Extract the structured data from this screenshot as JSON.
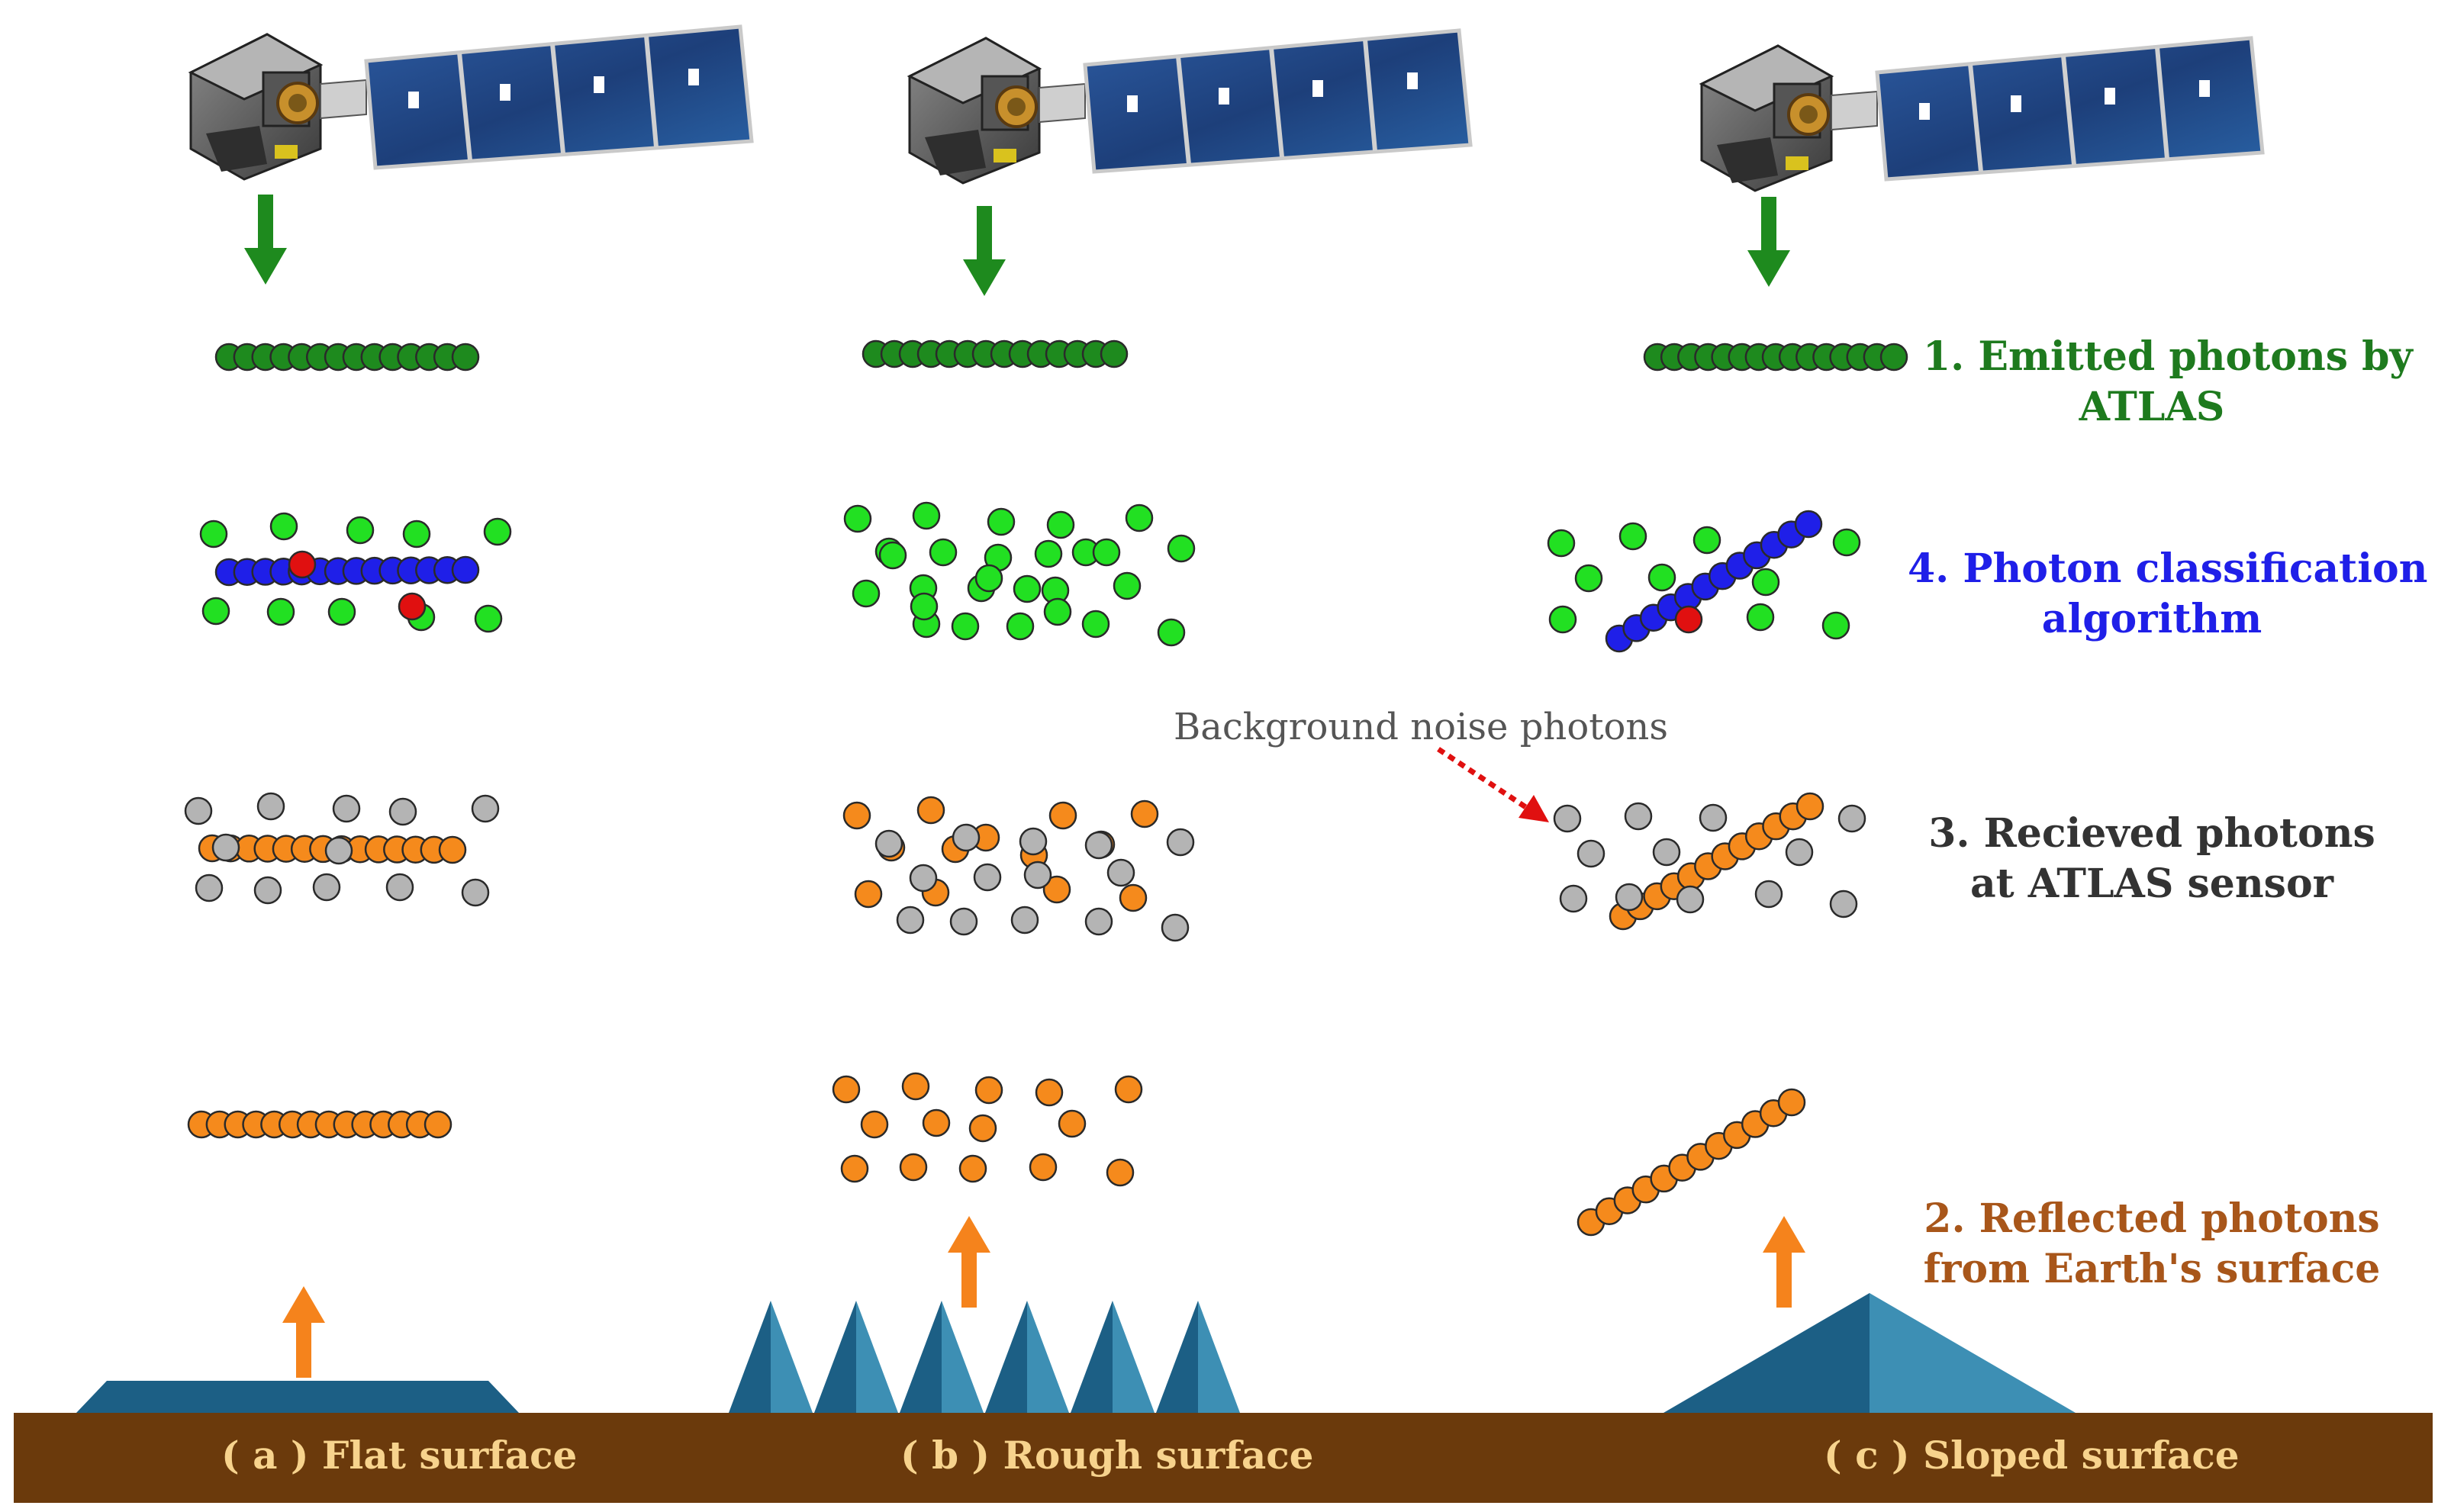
{
  "colors": {
    "emitted": "#1e8a1e",
    "signal_classified": "#1f1fe8",
    "noise_classified": "#22e022",
    "misclassified": "#e01010",
    "reflected": "#f58a1c",
    "background_noise": "#b4b4b4",
    "ground": "#6b3a0c",
    "terrain_light": "#3d8fb4",
    "terrain_dark": "#1c5f85",
    "arrow_down": "#1e8a1e",
    "arrow_up": "#f5831c",
    "noise_pointer": "#e01010"
  },
  "labels": {
    "emitted": {
      "line1": "1. Emitted photons by",
      "line2": "ATLAS",
      "color": "#1e7a1e"
    },
    "classification": {
      "line1": "4. Photon classification",
      "line2": "algorithm",
      "color": "#1f1fe8"
    },
    "received": {
      "line1": "3. Recieved photons",
      "line2": "at ATLAS sensor",
      "color": "#333333"
    },
    "reflected": {
      "line1": "2. Reflected photons",
      "line2": "from Earth's surface",
      "color": "#a8561a"
    },
    "noise": {
      "text": "Background noise photons",
      "color": "#555555"
    }
  },
  "panels": [
    {
      "id": "a",
      "label": "( a ) Flat surface",
      "surface": "flat"
    },
    {
      "id": "b",
      "label": "( b ) Rough surface",
      "surface": "rough"
    },
    {
      "id": "c",
      "label": "( c ) Sloped surface",
      "surface": "sloped"
    }
  ],
  "icons": [
    "satellite-icon",
    "down-arrow-icon",
    "up-arrow-icon",
    "dotted-pointer-arrow-icon"
  ]
}
